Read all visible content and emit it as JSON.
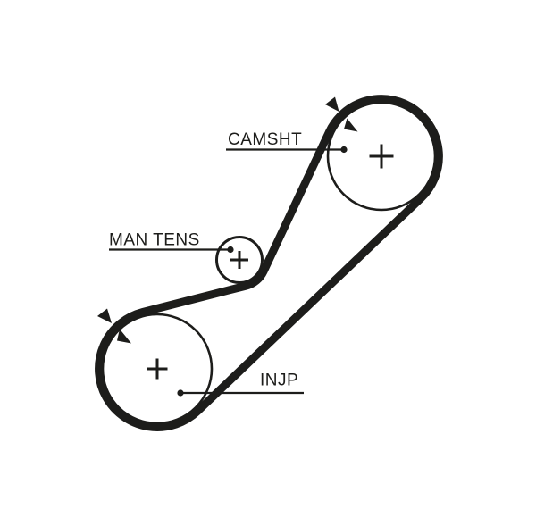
{
  "diagram": {
    "kind": "timing-belt-routing-diagram",
    "colors": {
      "background": "#ffffff",
      "line": "#1d1d1b"
    },
    "pulleys": {
      "camshaft": {
        "label": "CAMSHT",
        "center_marker": "+"
      },
      "manual_tensioner": {
        "label": "MAN TENS",
        "center_marker": "+"
      },
      "injection_pump": {
        "label": "INJP",
        "center_marker": "+"
      }
    },
    "arrow_pairs": 2
  }
}
